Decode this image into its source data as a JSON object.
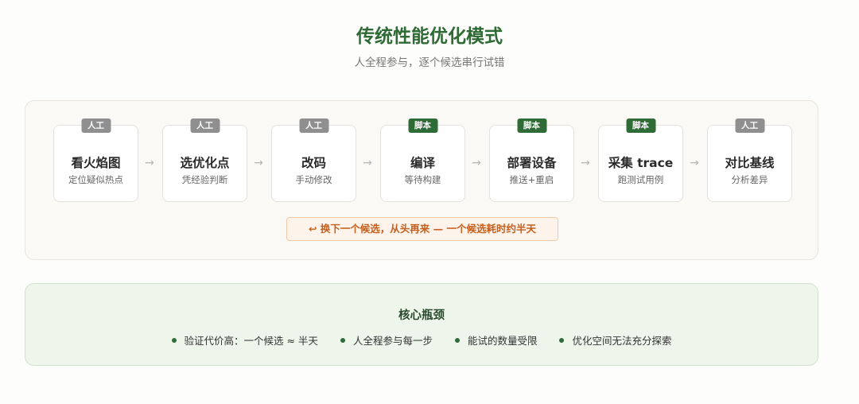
{
  "header": {
    "title": "传统性能优化模式",
    "subtitle": "人全程参与，逐个候选串行试错"
  },
  "steps": [
    {
      "badge": "人工",
      "type": "manual",
      "title": "看火焰图",
      "desc": "定位疑似热点"
    },
    {
      "badge": "人工",
      "type": "manual",
      "title": "选优化点",
      "desc": "凭经验判断"
    },
    {
      "badge": "人工",
      "type": "manual",
      "title": "改码",
      "desc": "手动修改"
    },
    {
      "badge": "脚本",
      "type": "script",
      "title": "编译",
      "desc": "等待构建"
    },
    {
      "badge": "脚本",
      "type": "script",
      "title": "部署设备",
      "desc": "推送+重启"
    },
    {
      "badge": "脚本",
      "type": "script",
      "title": "采集 trace",
      "desc": "跑测试用例"
    },
    {
      "badge": "人工",
      "type": "manual",
      "title": "对比基线",
      "desc": "分析差异"
    }
  ],
  "arrow_glyph": "→",
  "loop_note": "↩ 换下一个候选，从头再来 — 一个候选耗时约半天",
  "bottleneck": {
    "title": "核心瓶颈",
    "items": [
      "验证代价高：一个候选 ≈ 半天",
      "人全程参与每一步",
      "能试的数量受限",
      "优化空间无法充分探索"
    ]
  },
  "colors": {
    "title": "#2e6a34",
    "manual_badge": "#8f8f8f",
    "script_badge": "#2f6b37",
    "loop_text": "#c75f1c",
    "bottleneck_bg": "#eef6ec"
  }
}
